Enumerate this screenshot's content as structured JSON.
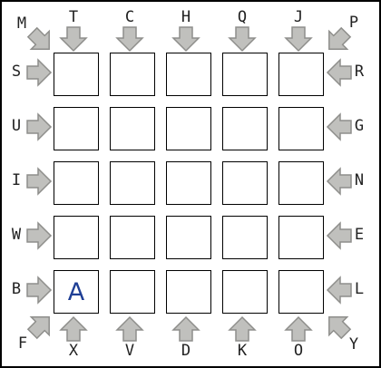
{
  "grid": {
    "rows": 5,
    "cols": 5,
    "cells": [
      [
        "",
        "",
        "",
        "",
        ""
      ],
      [
        "",
        "",
        "",
        "",
        ""
      ],
      [
        "",
        "",
        "",
        "",
        ""
      ],
      [
        "",
        "",
        "",
        "",
        ""
      ],
      [
        "A",
        "",
        "",
        "",
        ""
      ]
    ]
  },
  "labels": {
    "top": [
      "T",
      "C",
      "H",
      "Q",
      "J"
    ],
    "bottom": [
      "X",
      "V",
      "D",
      "K",
      "O"
    ],
    "left": [
      "S",
      "U",
      "I",
      "W",
      "B"
    ],
    "right": [
      "R",
      "G",
      "N",
      "E",
      "L"
    ],
    "corner_top_left": "M",
    "corner_top_right": "P",
    "corner_bottom_left": "F",
    "corner_bottom_right": "Y"
  },
  "colors": {
    "arrow_fill": "#c0c0bd",
    "arrow_stroke": "#8e8e8b",
    "letter": "#1f3f95"
  }
}
